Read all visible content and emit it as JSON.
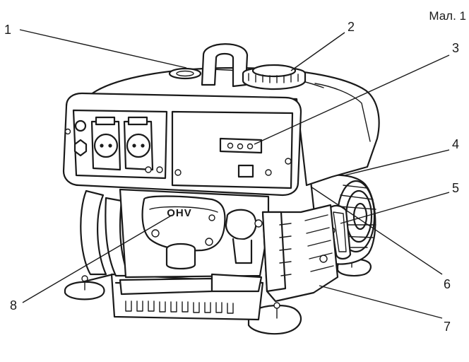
{
  "figure_label": "Мал. 1",
  "panel_text": "OHV",
  "callouts": [
    {
      "label": "1"
    },
    {
      "label": "2"
    },
    {
      "label": "3"
    },
    {
      "label": "4"
    },
    {
      "label": "5"
    },
    {
      "label": "6"
    },
    {
      "label": "7"
    },
    {
      "label": "8"
    }
  ]
}
